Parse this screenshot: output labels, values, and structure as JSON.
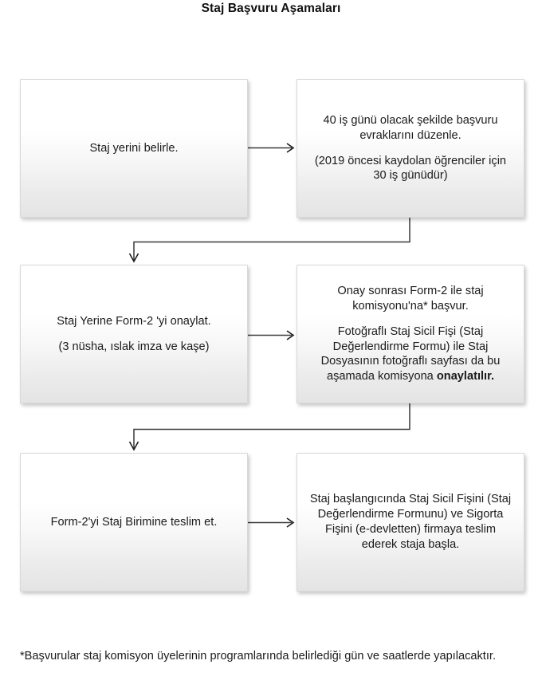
{
  "header": {
    "title": "Staj Başvuru Aşamaları"
  },
  "flowchart": {
    "type": "flowchart",
    "orientation": "two-column, three-row, serpentine",
    "nodes": [
      {
        "id": "n1",
        "row": 1,
        "column": "left",
        "lines": [
          "Staj yerini belirle."
        ]
      },
      {
        "id": "n2",
        "row": 1,
        "column": "right",
        "lines": [
          "40 iş günü olacak şekilde başvuru evraklarını düzenle.",
          "(2019 öncesi kaydolan öğrenciler için 30 iş günüdür)"
        ]
      },
      {
        "id": "n3",
        "row": 2,
        "column": "left",
        "lines": [
          "Staj Yerine Form-2 'yi onaylat.",
          "(3 nüsha, ıslak imza ve kaşe)"
        ]
      },
      {
        "id": "n4",
        "row": 2,
        "column": "right",
        "lines": [
          "Onay sonrası Form-2 ile staj komisyonu'na* başvur.",
          "Fotoğraflı Staj Sicil Fişi (Staj Değerlendirme Formu) ile Staj Dosyasının fotoğraflı sayfası da bu aşamada komisyona ",
          "onaylatılır."
        ],
        "bold_tail": "onaylatılır."
      },
      {
        "id": "n5",
        "row": 3,
        "column": "left",
        "lines": [
          "Form-2'yi Staj Birimine teslim et."
        ]
      },
      {
        "id": "n6",
        "row": 3,
        "column": "right",
        "lines": [
          "Staj başlangıcında Staj Sicil Fişini (Staj Değerlendirme Formunu) ve Sigorta Fişini (e-devletten) firmaya teslim ederek staja başla."
        ]
      }
    ],
    "edges": [
      {
        "id": "e1",
        "from": "n1",
        "to": "n2",
        "kind": "arrow-right"
      },
      {
        "id": "e2",
        "from": "n2",
        "to": "n3",
        "kind": "elbow-down-left"
      },
      {
        "id": "e3",
        "from": "n3",
        "to": "n4",
        "kind": "arrow-right"
      },
      {
        "id": "e4",
        "from": "n4",
        "to": "n5",
        "kind": "elbow-down-left"
      },
      {
        "id": "e5",
        "from": "n5",
        "to": "n6",
        "kind": "arrow-right"
      }
    ]
  },
  "footnote": {
    "text": "*Başvurular staj komisyon üyelerinin programlarında belirlediği gün ve saatlerde yapılacaktır."
  },
  "colors": {
    "background": "#ffffff",
    "text": "#1b1b1b",
    "node_border": "#d8d8d8",
    "node_top": "#ffffff",
    "node_bottom": "#e4e4e4",
    "connector": "#3a3a3a"
  }
}
